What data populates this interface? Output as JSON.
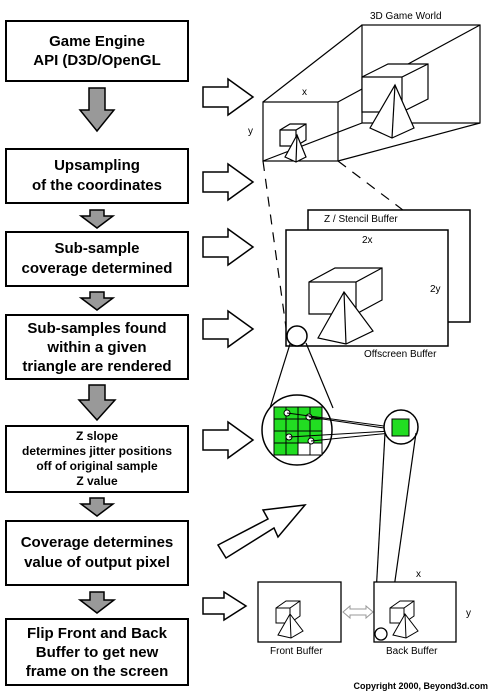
{
  "steps": [
    {
      "line1": "Game Engine",
      "line2": "API (D3D/OpenGL"
    },
    {
      "line1": "Upsampling",
      "line2": "of the coordinates"
    },
    {
      "line1": "Sub-sample",
      "line2": "coverage determined"
    },
    {
      "line1": "Sub-samples found",
      "line2": "within a given",
      "line3": "triangle are rendered"
    },
    {
      "line1": "Z slope",
      "line2": "determines jitter positions",
      "line3": "off of original sample",
      "line4": "Z value"
    },
    {
      "line1": "Coverage determines",
      "line2": "value of output pixel"
    },
    {
      "line1": "Flip Front and Back",
      "line2": "Buffer to get new",
      "line3": "frame on the screen"
    }
  ],
  "labels": {
    "game_world": "3D Game World",
    "x": "x",
    "y": "y",
    "zbuffer": "Z / Stencil Buffer",
    "x2": "2x",
    "y2": "2y",
    "offscreen": "Offscreen Buffer",
    "front": "Front Buffer",
    "back": "Back Buffer",
    "x_back": "x",
    "y_back": "y"
  },
  "copyright": "Copyright 2000, Beyond3d.com",
  "colors": {
    "subsample_fill": "#22dd22",
    "arrow_gray": "#999999"
  }
}
